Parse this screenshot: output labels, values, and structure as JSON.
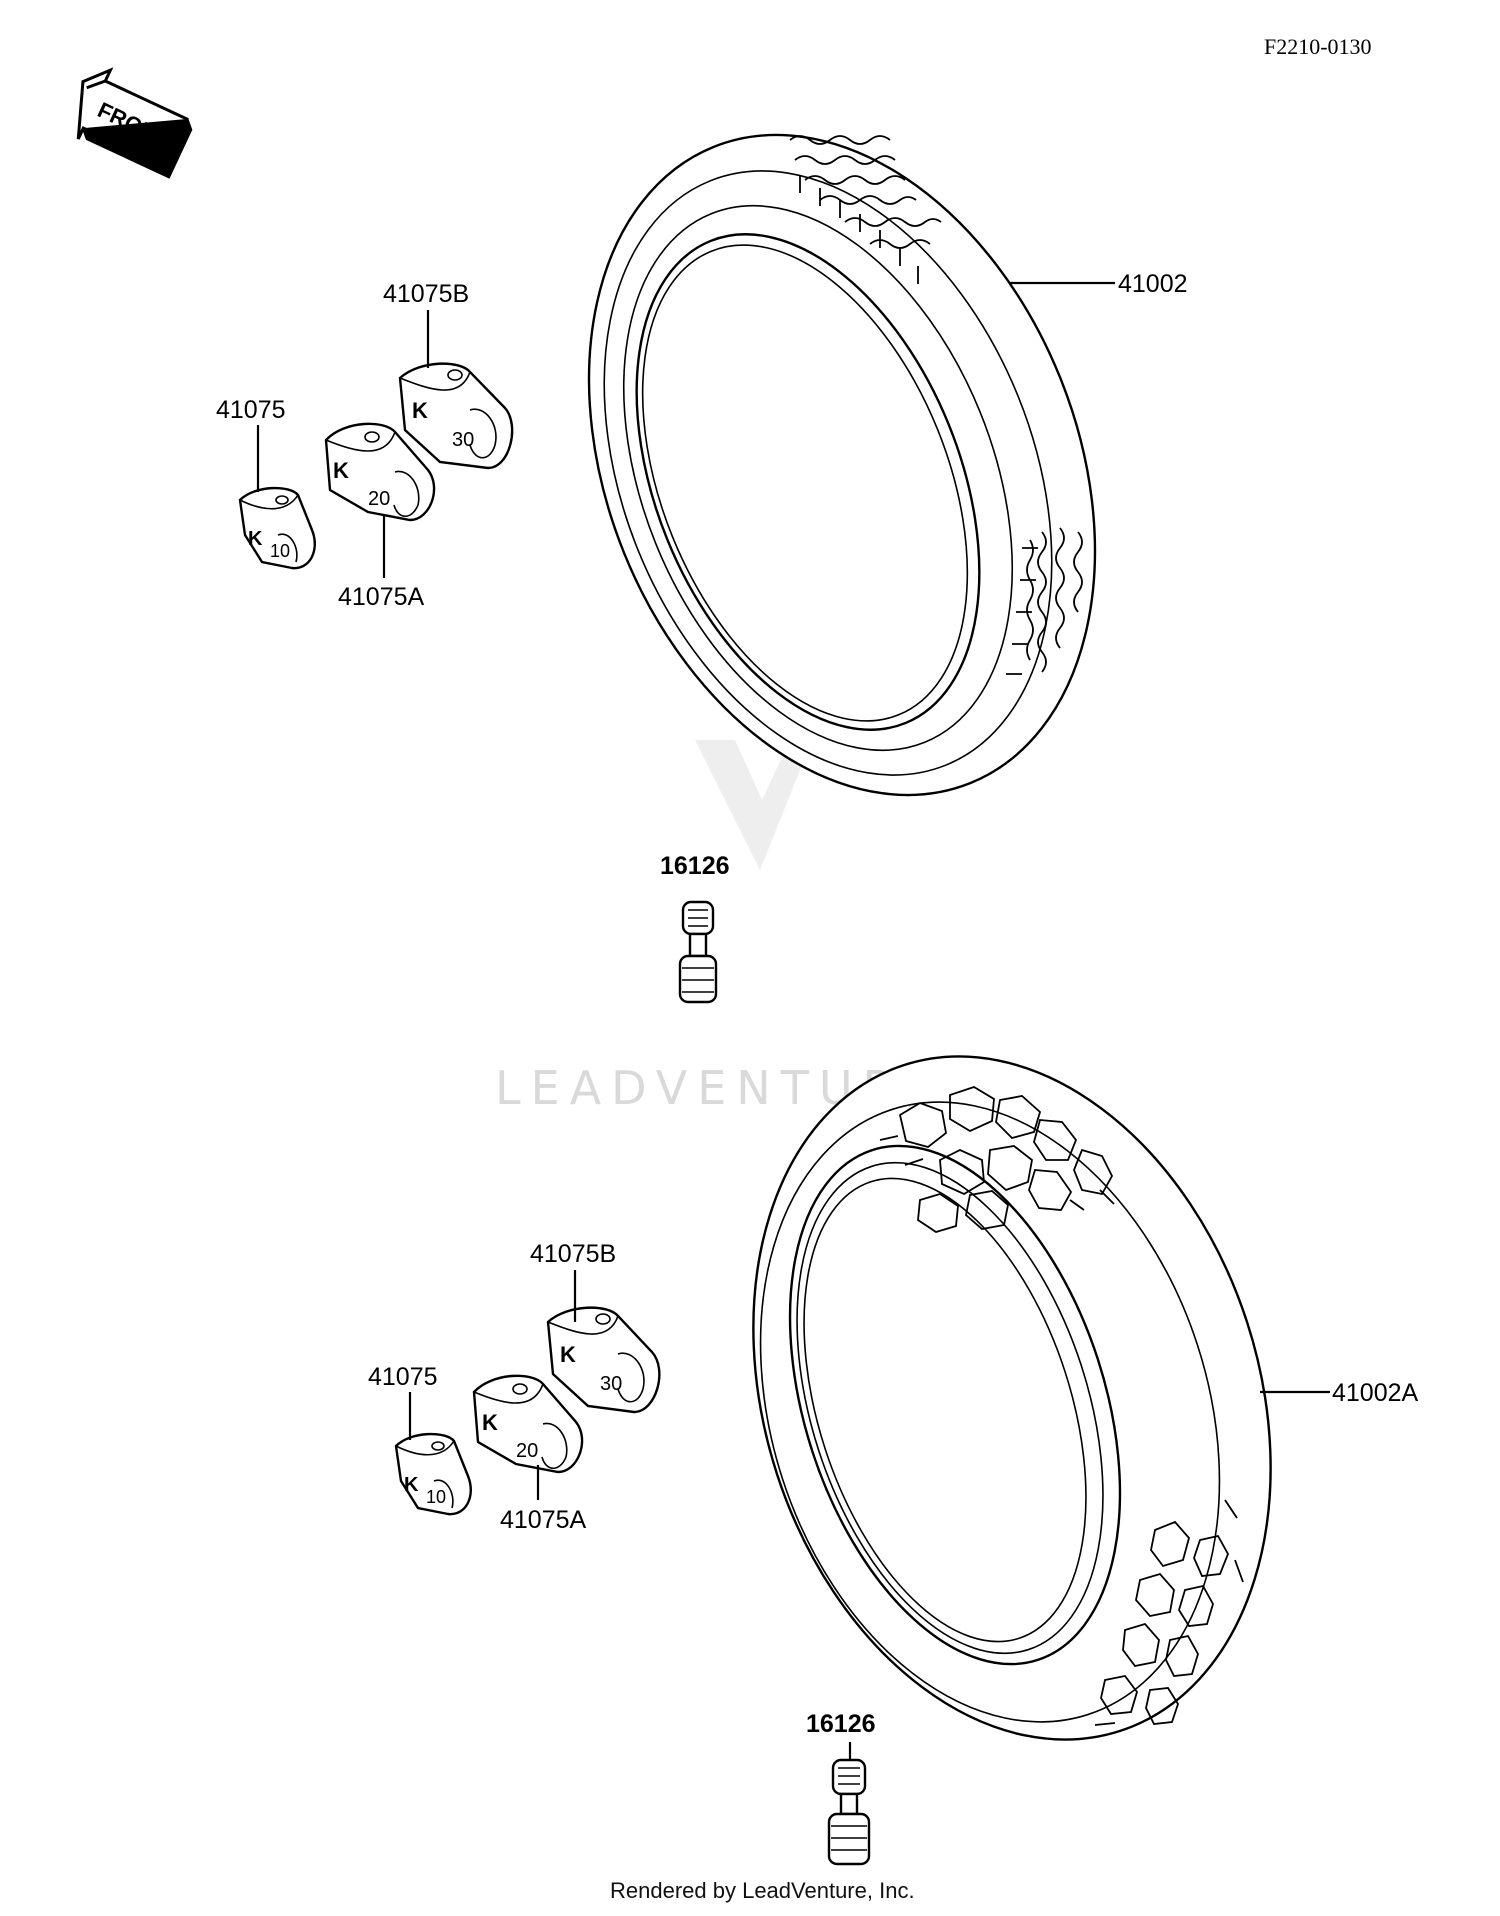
{
  "diagram_code": "F2210-0130",
  "front_arrow_label": "FRONT",
  "watermark": "LEADVENTURE",
  "footer": "Rendered by LeadVenture, Inc.",
  "upper_group": {
    "tire_label": "41002",
    "weight_b_label": "41075B",
    "weight_label": "41075",
    "weight_a_label": "41075A",
    "valve_label": "16126",
    "weight_b_mark": "30",
    "weight_a_mark": "20",
    "weight_mark": "10",
    "k_logo": "K"
  },
  "lower_group": {
    "tire_label": "41002A",
    "weight_b_label": "41075B",
    "weight_label": "41075",
    "weight_a_label": "41075A",
    "valve_label": "16126",
    "weight_b_mark": "30",
    "weight_a_mark": "20",
    "weight_mark": "10",
    "k_logo": "K"
  },
  "icons": {
    "front_arrow": "front-arrow-icon",
    "watermark_logo": "leadventure-logo-icon"
  }
}
